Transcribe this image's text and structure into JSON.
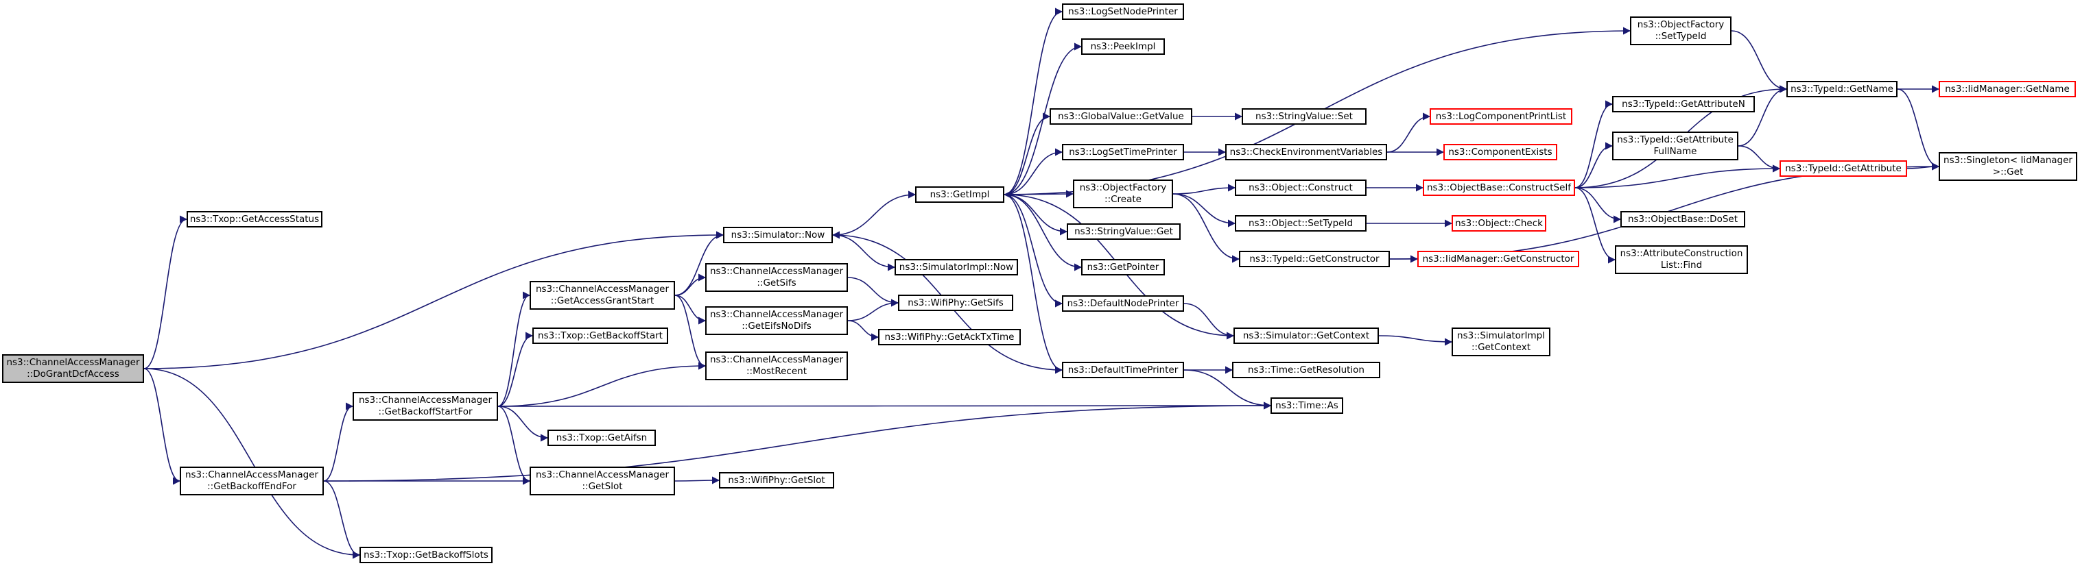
{
  "graph": {
    "edge_color": "#191970",
    "truncated_border_color": "#ff0000",
    "root_fill": "#bfbfbf",
    "nodes": [
      {
        "id": "root",
        "lines": [
          "ns3::ChannelAccessManager",
          "::DoGrantDcfAccess"
        ],
        "root": true
      },
      {
        "id": "txop_gas",
        "lines": [
          "ns3::Txop::GetAccessStatus"
        ]
      },
      {
        "id": "sim_now",
        "lines": [
          "ns3::Simulator::Now"
        ]
      },
      {
        "id": "gbef",
        "lines": [
          "ns3::ChannelAccessManager",
          "::GetBackoffEndFor"
        ]
      },
      {
        "id": "gbsf",
        "lines": [
          "ns3::ChannelAccessManager",
          "::GetBackoffStartFor"
        ]
      },
      {
        "id": "txop_gbsl",
        "lines": [
          "ns3::Txop::GetBackoffSlots"
        ]
      },
      {
        "id": "gags",
        "lines": [
          "ns3::ChannelAccessManager",
          "::GetAccessGrantStart"
        ]
      },
      {
        "id": "txop_gbst",
        "lines": [
          "ns3::Txop::GetBackoffStart"
        ]
      },
      {
        "id": "mostrecent",
        "lines": [
          "ns3::ChannelAccessManager",
          "::MostRecent"
        ]
      },
      {
        "id": "txop_aifsn",
        "lines": [
          "ns3::Txop::GetAifsn"
        ]
      },
      {
        "id": "getslot",
        "lines": [
          "ns3::ChannelAccessManager",
          "::GetSlot"
        ]
      },
      {
        "id": "getsifs",
        "lines": [
          "ns3::ChannelAccessManager",
          "::GetSifs"
        ]
      },
      {
        "id": "geteifs",
        "lines": [
          "ns3::ChannelAccessManager",
          "::GetEifsNoDifs"
        ]
      },
      {
        "id": "wp_slot",
        "lines": [
          "ns3::WifiPhy::GetSlot"
        ]
      },
      {
        "id": "simimpl_now",
        "lines": [
          "ns3::SimulatorImpl::Now"
        ]
      },
      {
        "id": "wp_sifs",
        "lines": [
          "ns3::WifiPhy::GetSifs"
        ]
      },
      {
        "id": "wp_ack",
        "lines": [
          "ns3::WifiPhy::GetAckTxTime"
        ]
      },
      {
        "id": "getimpl",
        "lines": [
          "ns3::GetImpl"
        ]
      },
      {
        "id": "time_as",
        "lines": [
          "ns3::Time::As"
        ]
      },
      {
        "id": "lsnp",
        "lines": [
          "ns3::LogSetNodePrinter"
        ]
      },
      {
        "id": "peekimpl",
        "lines": [
          "ns3::PeekImpl"
        ]
      },
      {
        "id": "gv_getvalue",
        "lines": [
          "ns3::GlobalValue::GetValue"
        ]
      },
      {
        "id": "lstp",
        "lines": [
          "ns3::LogSetTimePrinter"
        ]
      },
      {
        "id": "of_create",
        "lines": [
          "ns3::ObjectFactory",
          "::Create"
        ]
      },
      {
        "id": "sv_get",
        "lines": [
          "ns3::StringValue::Get"
        ]
      },
      {
        "id": "getpointer",
        "lines": [
          "ns3::GetPointer"
        ]
      },
      {
        "id": "dnp",
        "lines": [
          "ns3::DefaultNodePrinter"
        ]
      },
      {
        "id": "dtp",
        "lines": [
          "ns3::DefaultTimePrinter"
        ]
      },
      {
        "id": "sv_set",
        "lines": [
          "ns3::StringValue::Set"
        ]
      },
      {
        "id": "cev",
        "lines": [
          "ns3::CheckEnvironmentVariables"
        ]
      },
      {
        "id": "obj_construct",
        "lines": [
          "ns3::Object::Construct"
        ]
      },
      {
        "id": "obj_settypeid",
        "lines": [
          "ns3::Object::SetTypeId"
        ]
      },
      {
        "id": "tid_getctor",
        "lines": [
          "ns3::TypeId::GetConstructor"
        ]
      },
      {
        "id": "sim_getctx",
        "lines": [
          "ns3::Simulator::GetContext"
        ]
      },
      {
        "id": "time_getres",
        "lines": [
          "ns3::Time::GetResolution"
        ]
      },
      {
        "id": "of_settypeid",
        "lines": [
          "ns3::ObjectFactory",
          "::SetTypeId"
        ]
      },
      {
        "id": "lcpl",
        "lines": [
          "ns3::LogComponentPrintList"
        ],
        "red": true
      },
      {
        "id": "compexists",
        "lines": [
          "ns3::ComponentExists"
        ],
        "red": true
      },
      {
        "id": "ob_cs",
        "lines": [
          "ns3::ObjectBase::ConstructSelf"
        ],
        "red": true
      },
      {
        "id": "obj_check",
        "lines": [
          "ns3::Object::Check"
        ],
        "red": true
      },
      {
        "id": "iid_getctor",
        "lines": [
          "ns3::IidManager::GetConstructor"
        ],
        "red": true
      },
      {
        "id": "simimpl_ctx",
        "lines": [
          "ns3::SimulatorImpl",
          "::GetContext"
        ]
      },
      {
        "id": "tid_getname",
        "lines": [
          "ns3::TypeId::GetName"
        ]
      },
      {
        "id": "tid_getattrn",
        "lines": [
          "ns3::TypeId::GetAttributeN"
        ]
      },
      {
        "id": "tid_getattrfull",
        "lines": [
          "ns3::TypeId::GetAttribute",
          "FullName"
        ]
      },
      {
        "id": "ob_doset",
        "lines": [
          "ns3::ObjectBase::DoSet"
        ]
      },
      {
        "id": "acl_find",
        "lines": [
          "ns3::AttributeConstruction",
          "List::Find"
        ]
      },
      {
        "id": "iid_getname",
        "lines": [
          "ns3::IidManager::GetName"
        ],
        "red": true
      },
      {
        "id": "tid_getattr",
        "lines": [
          "ns3::TypeId::GetAttribute"
        ],
        "red": true
      },
      {
        "id": "singleton_get",
        "lines": [
          "ns3::Singleton< IidManager",
          " >::Get"
        ]
      }
    ]
  }
}
